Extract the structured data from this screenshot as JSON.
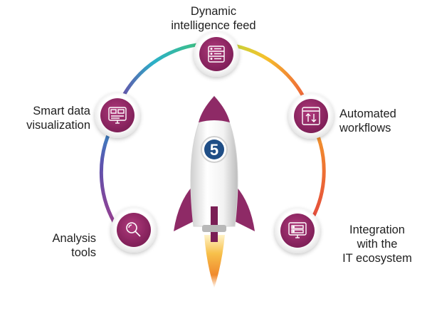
{
  "features": [
    {
      "id": "top",
      "label": "Dynamic\nintelligence feed",
      "icon": "server-rack-icon"
    },
    {
      "id": "upper-left",
      "label": "Smart data\nvisualization",
      "icon": "dashboard-monitor-icon"
    },
    {
      "id": "upper-right",
      "label": "Automated\nworkflows",
      "icon": "up-down-arrows-window-icon"
    },
    {
      "id": "lower-left",
      "label": "Analysis\ntools",
      "icon": "magnifier-icon"
    },
    {
      "id": "lower-right",
      "label": "Integration\nwith the\nIT ecosystem",
      "icon": "network-monitor-icon"
    }
  ],
  "rocket": {
    "badge_number": "5"
  },
  "colors": {
    "circle_fill": "#9b2d6b",
    "circle_fill_dark": "#7a1f55",
    "rocket_body": "#eeeeee",
    "rocket_accent": "#8e2a66",
    "badge_fill": "#1f4e86",
    "arc_gradient": [
      "#2db3c6",
      "#43b77a",
      "#b7d33a",
      "#f2c12e",
      "#f08a2c",
      "#8e3d8f",
      "#5b4aa8"
    ]
  }
}
